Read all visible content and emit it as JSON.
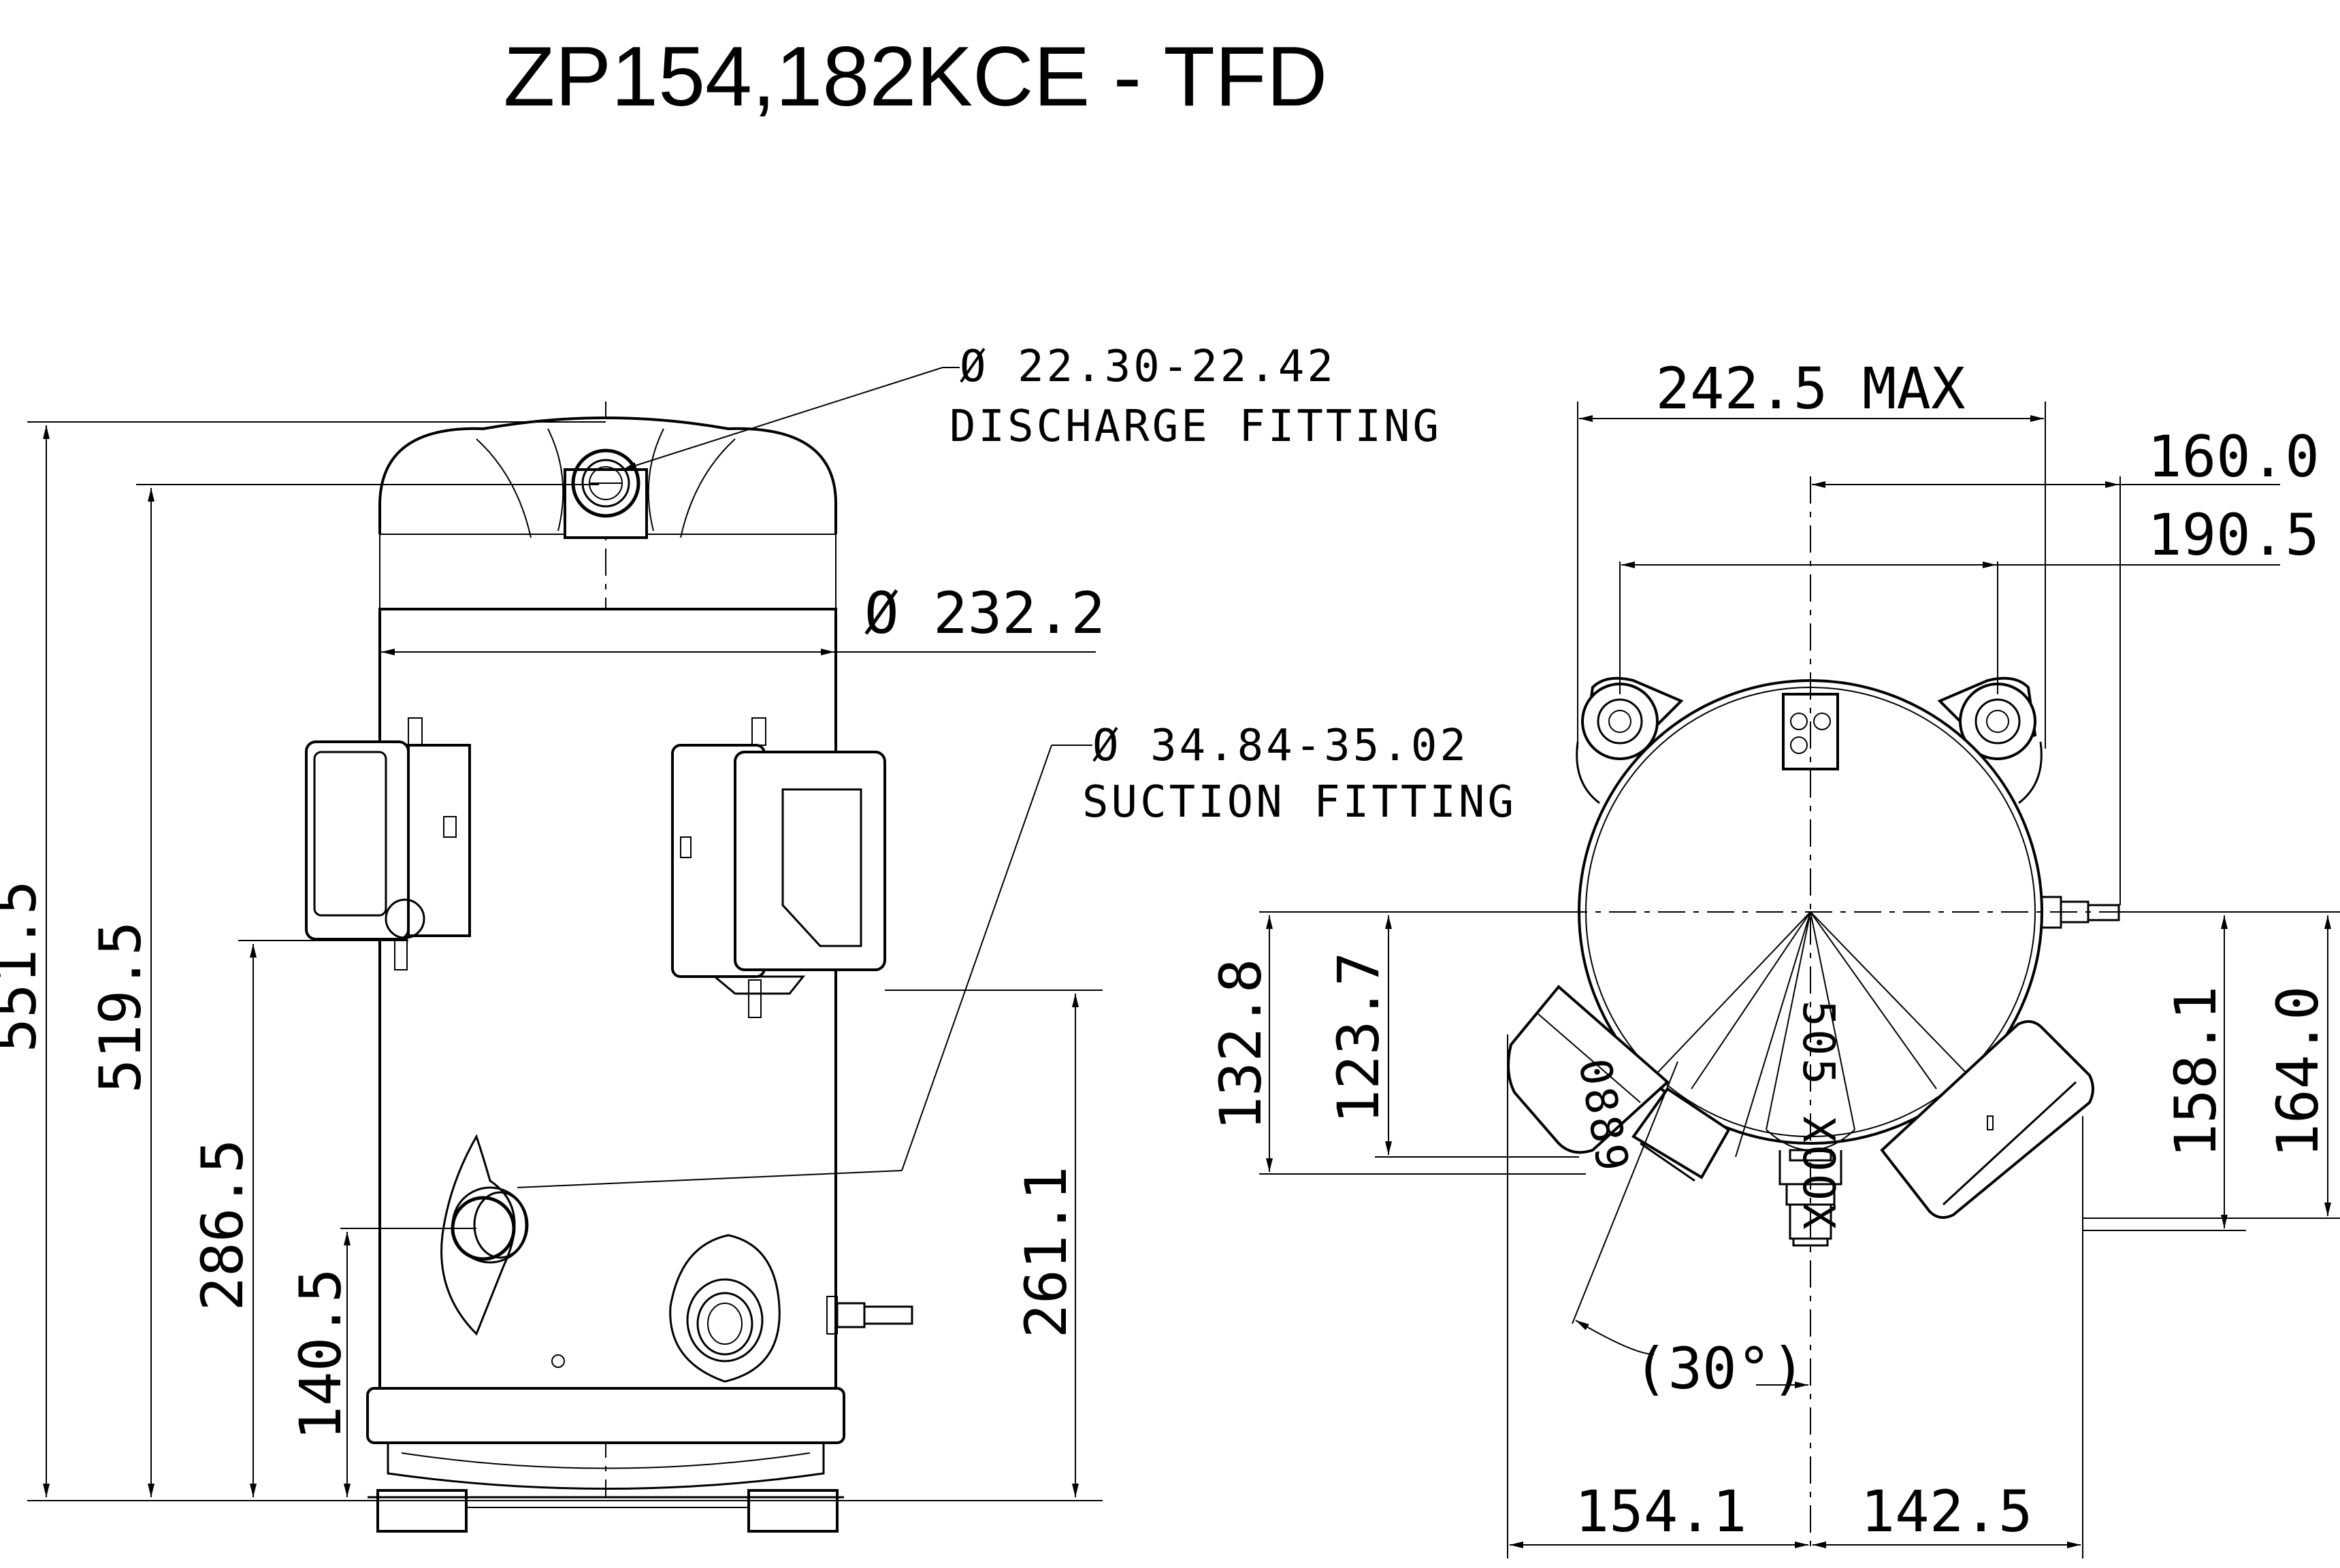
{
  "title": "ZP154,182KCE - TFD",
  "discharge": {
    "diameter": "Ø 22.30-22.42",
    "label": "DISCHARGE FITTING"
  },
  "suction": {
    "diameter": "Ø 34.84-35.02",
    "label": "SUCTION FITTING"
  },
  "side_view": {
    "shell_diameter": "Ø 232.2",
    "dims": {
      "h_total": "551.5",
      "h_discharge": "519.5",
      "h_box": "286.5",
      "h_suction": "140.5",
      "h_box_right": "261.1"
    }
  },
  "top_view": {
    "width_max": "242.5  MAX",
    "dims": {
      "w_160": "160.0",
      "w_190": "190.5",
      "v_132": "132.8",
      "v_123": "123.7",
      "v_158": "158.1",
      "v_164": "164.0",
      "w_154": "154.1",
      "w_142": "142.5",
      "angle": "(30°)"
    },
    "marking": "505 XOOX"
  }
}
